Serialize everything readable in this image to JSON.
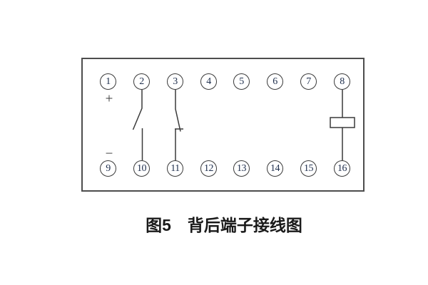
{
  "caption": "图5　背后端子接线图",
  "diagram": {
    "terminals": [
      "1",
      "2",
      "3",
      "4",
      "5",
      "6",
      "7",
      "8",
      "9",
      "10",
      "11",
      "12",
      "13",
      "14",
      "15",
      "16"
    ],
    "polarity": {
      "plus": "+",
      "minus": "−"
    },
    "symbols": [
      {
        "name": "normally-open-contact",
        "between": [
          "2",
          "10"
        ]
      },
      {
        "name": "normally-closed-contact",
        "between": [
          "3",
          "11"
        ]
      },
      {
        "name": "coil",
        "between": [
          "8",
          "16"
        ]
      }
    ]
  },
  "colors": {
    "background": "#ffffff",
    "line": "#3a3a3a",
    "box_border": "#4d4d4d",
    "number": "#20304e",
    "caption": "#1a1a1a"
  }
}
